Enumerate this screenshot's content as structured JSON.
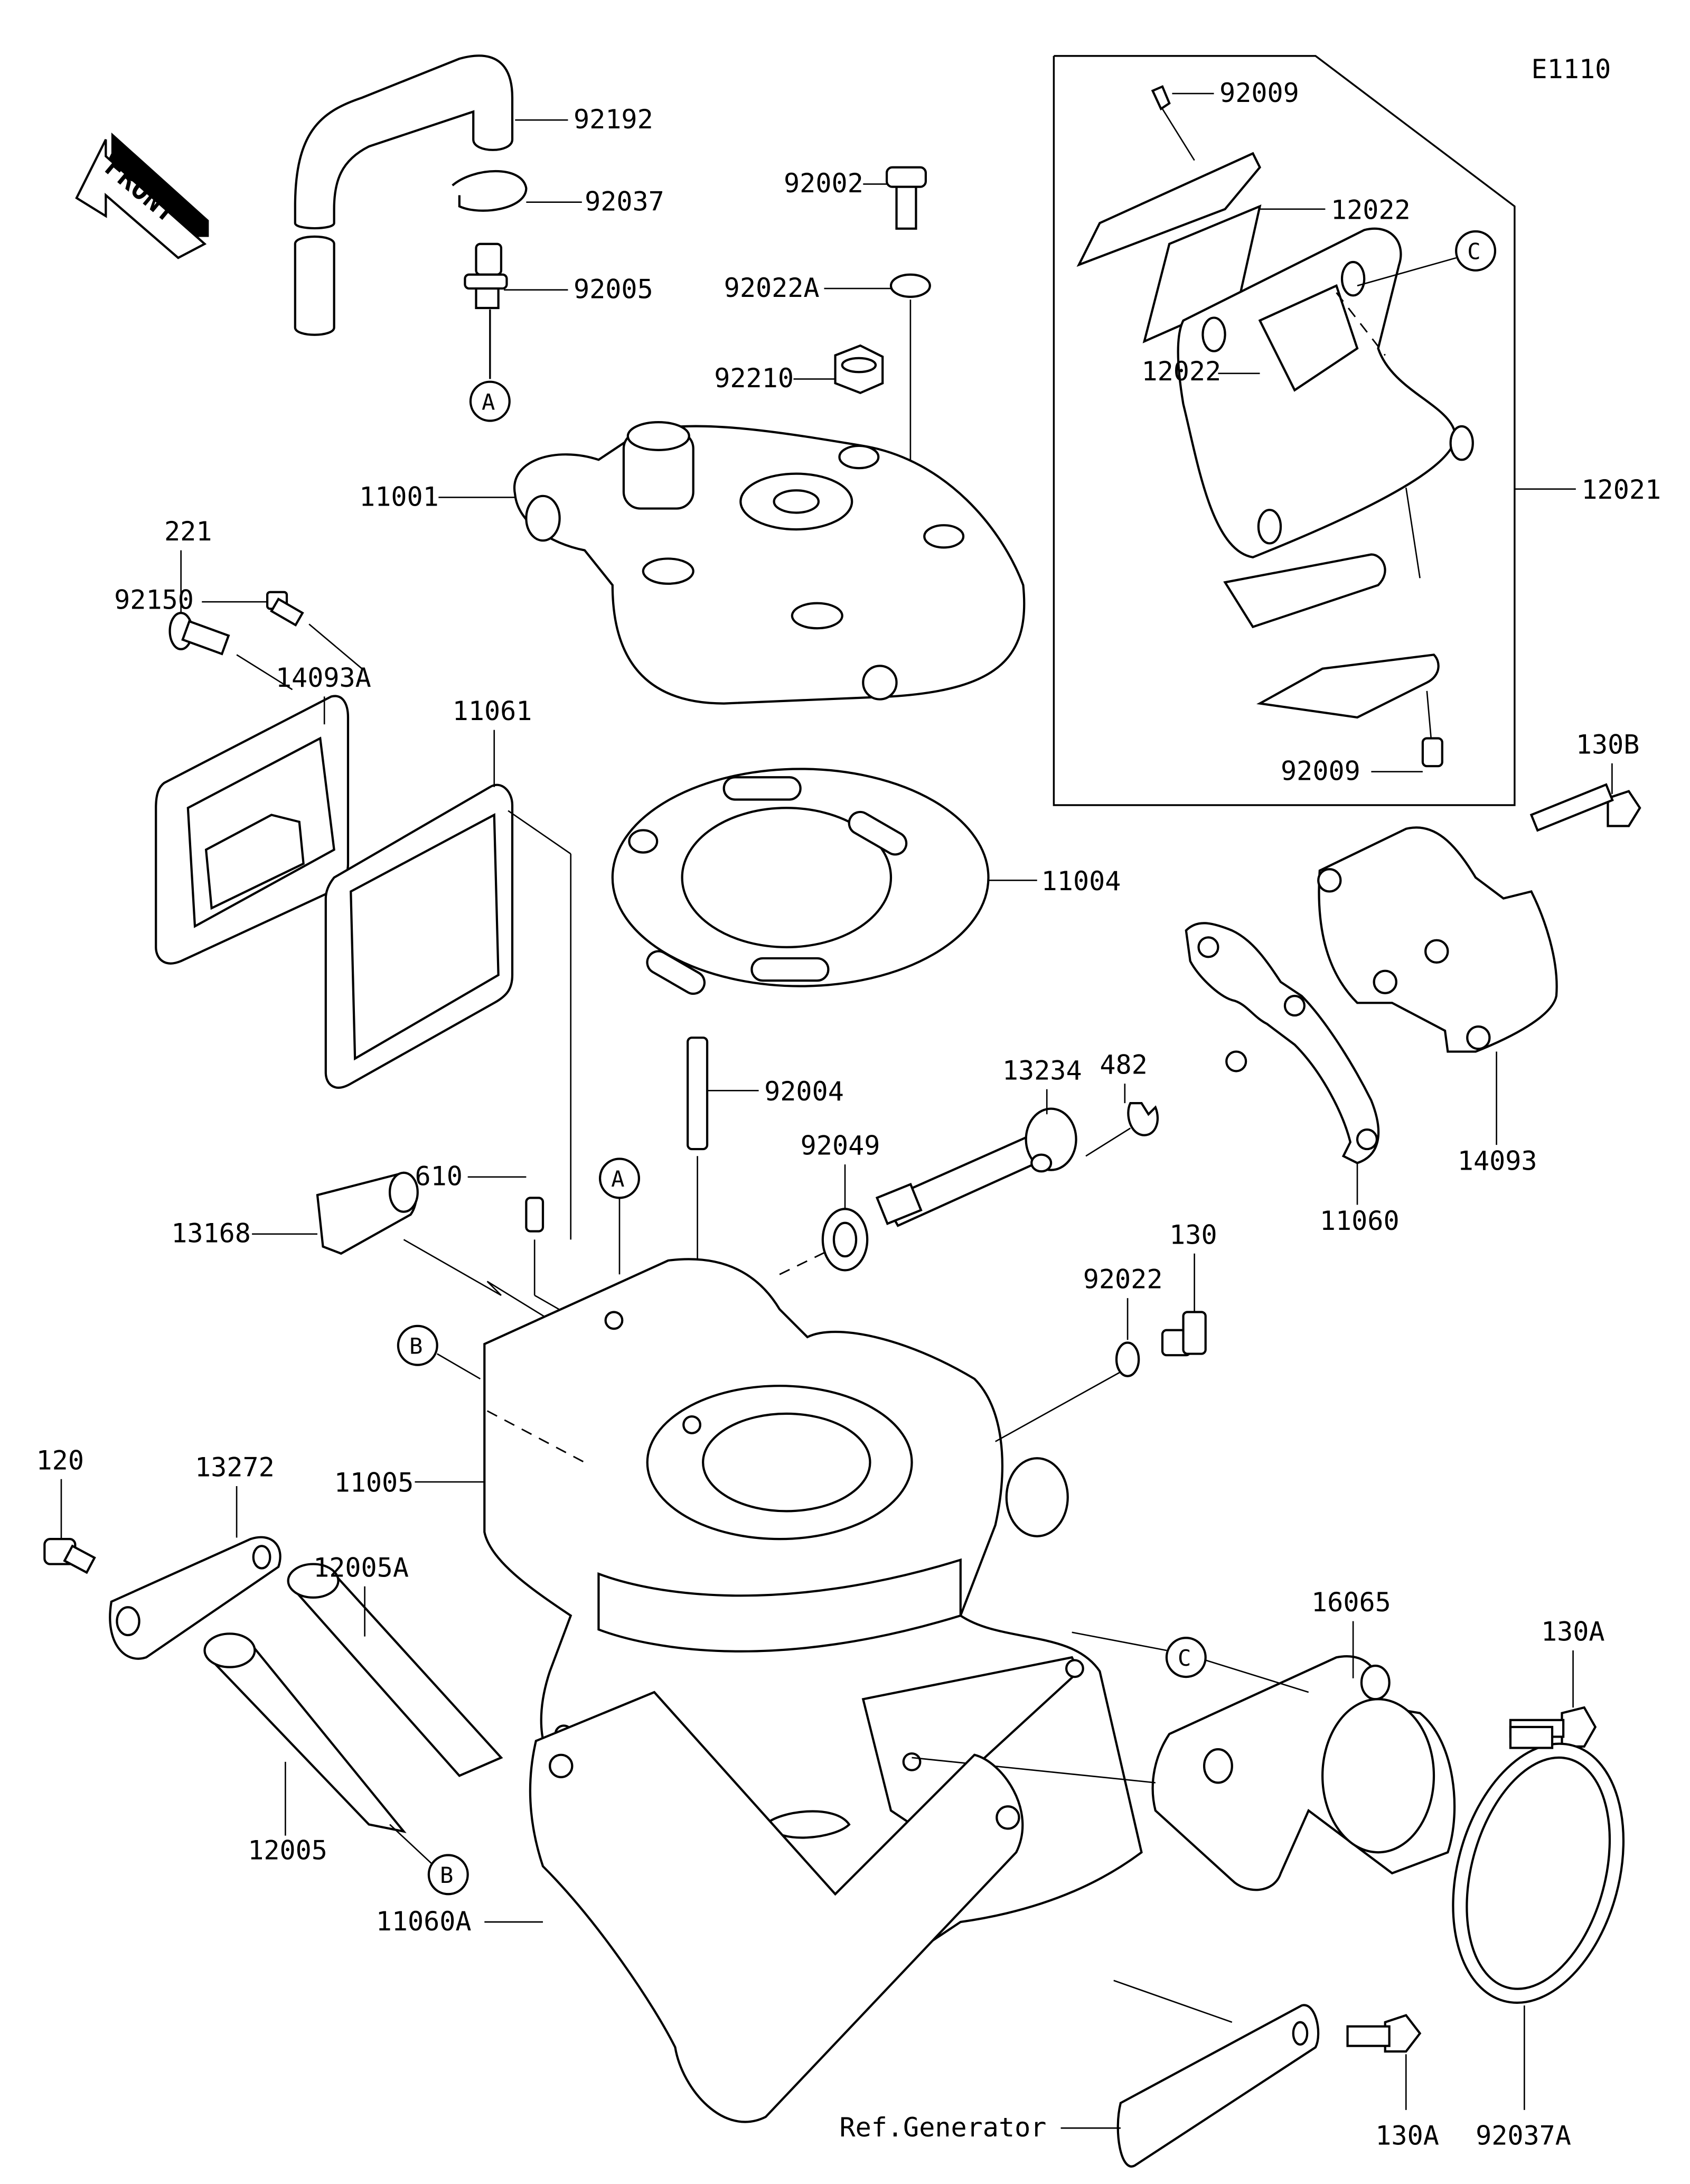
{
  "diagram": {
    "code": "E1110",
    "front_label": "FRONT",
    "ref_label": "Ref.Generator",
    "callouts": {
      "a": "A",
      "b": "B",
      "c": "C"
    },
    "parts": {
      "p92192": "92192",
      "p92037": "92037",
      "p92005": "92005",
      "p92002": "92002",
      "p92022A": "92022A",
      "p92210": "92210",
      "p11001": "11001",
      "p92009_top": "92009",
      "p12022_top": "12022",
      "p12021": "12021",
      "p12022_bottom": "12022",
      "p92009_bottom": "92009",
      "p221": "221",
      "p14093A": "14093A",
      "p11061": "11061",
      "p11004": "11004",
      "p130B": "130B",
      "p13234": "13234",
      "p482": "482",
      "p11060": "11060",
      "p14093": "14093",
      "p92150": "92150",
      "p610": "610",
      "p92004": "92004",
      "p92049": "92049",
      "p13168": "13168",
      "p92022": "92022",
      "p130": "130",
      "p11005": "11005",
      "p120": "120",
      "p13272": "13272",
      "p12005A": "12005A",
      "p12005": "12005",
      "p16065": "16065",
      "p130A_top": "130A",
      "p11060A": "11060A",
      "p130A_bottom": "130A",
      "p92037A": "92037A"
    }
  }
}
